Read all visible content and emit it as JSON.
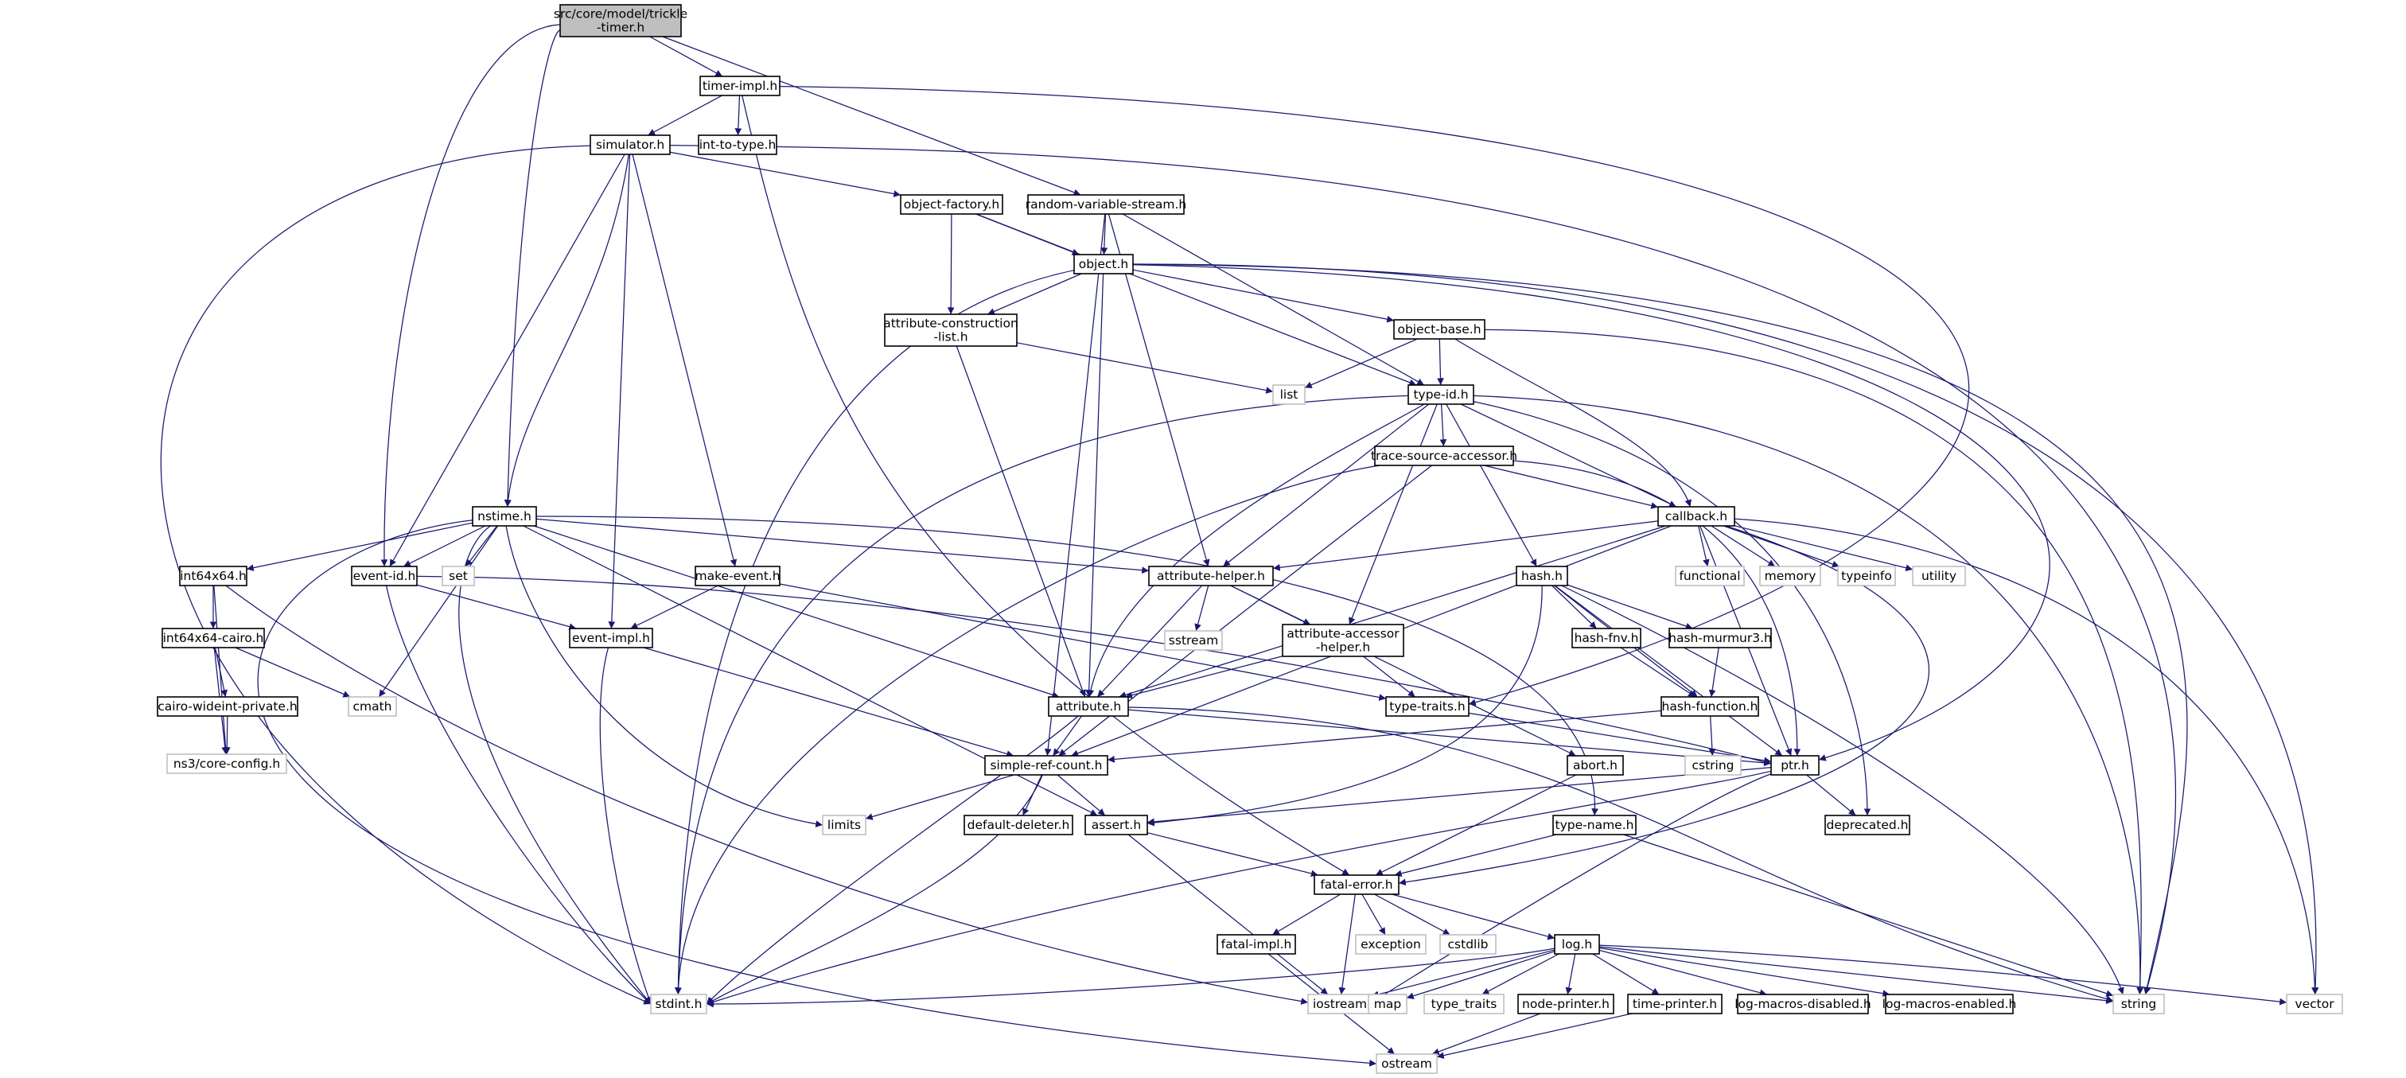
{
  "diagram": {
    "colors": {
      "edge": "#191970",
      "root_fill": "#bfbfbf",
      "root_border": "#000000",
      "node_fill": "#ffffff",
      "node_border": "#000000",
      "external_border": "#bfbfbf"
    },
    "nodes": [
      {
        "id": "root",
        "lines": [
          "src/core/model/trickle",
          "-timer.h"
        ],
        "kind": "root"
      },
      {
        "id": "timer-impl",
        "lines": [
          "timer-impl.h"
        ],
        "kind": "file"
      },
      {
        "id": "int-to-type",
        "lines": [
          "int-to-type.h"
        ],
        "kind": "file"
      },
      {
        "id": "simulator",
        "lines": [
          "simulator.h"
        ],
        "kind": "file"
      },
      {
        "id": "random-variable-stream",
        "lines": [
          "random-variable-stream.h"
        ],
        "kind": "file"
      },
      {
        "id": "object-factory",
        "lines": [
          "object-factory.h"
        ],
        "kind": "file"
      },
      {
        "id": "object",
        "lines": [
          "object.h"
        ],
        "kind": "file"
      },
      {
        "id": "attribute-construction-list",
        "lines": [
          "attribute-construction",
          "-list.h"
        ],
        "kind": "file"
      },
      {
        "id": "object-base",
        "lines": [
          "object-base.h"
        ],
        "kind": "file"
      },
      {
        "id": "list",
        "lines": [
          "list"
        ],
        "kind": "external"
      },
      {
        "id": "type-id",
        "lines": [
          "type-id.h"
        ],
        "kind": "file"
      },
      {
        "id": "trace-source-accessor",
        "lines": [
          "trace-source-accessor.h"
        ],
        "kind": "file"
      },
      {
        "id": "nstime",
        "lines": [
          "nstime.h"
        ],
        "kind": "file"
      },
      {
        "id": "callback",
        "lines": [
          "callback.h"
        ],
        "kind": "file"
      },
      {
        "id": "int64x64",
        "lines": [
          "int64x64.h"
        ],
        "kind": "file"
      },
      {
        "id": "event-id",
        "lines": [
          "event-id.h"
        ],
        "kind": "file"
      },
      {
        "id": "set",
        "lines": [
          "set"
        ],
        "kind": "external"
      },
      {
        "id": "make-event",
        "lines": [
          "make-event.h"
        ],
        "kind": "file"
      },
      {
        "id": "attribute-helper",
        "lines": [
          "attribute-helper.h"
        ],
        "kind": "file"
      },
      {
        "id": "hash",
        "lines": [
          "hash.h"
        ],
        "kind": "file"
      },
      {
        "id": "functional",
        "lines": [
          "functional"
        ],
        "kind": "external"
      },
      {
        "id": "memory",
        "lines": [
          "memory"
        ],
        "kind": "external"
      },
      {
        "id": "typeinfo",
        "lines": [
          "typeinfo"
        ],
        "kind": "external"
      },
      {
        "id": "utility",
        "lines": [
          "utility"
        ],
        "kind": "external"
      },
      {
        "id": "int64x64-cairo",
        "lines": [
          "int64x64-cairo.h"
        ],
        "kind": "file"
      },
      {
        "id": "event-impl",
        "lines": [
          "event-impl.h"
        ],
        "kind": "file"
      },
      {
        "id": "sstream",
        "lines": [
          "sstream"
        ],
        "kind": "external"
      },
      {
        "id": "attribute-accessor-helper",
        "lines": [
          "attribute-accessor",
          "-helper.h"
        ],
        "kind": "file"
      },
      {
        "id": "hash-fnv",
        "lines": [
          "hash-fnv.h"
        ],
        "kind": "file"
      },
      {
        "id": "hash-murmur3",
        "lines": [
          "hash-murmur3.h"
        ],
        "kind": "file"
      },
      {
        "id": "cairo-wideint-private",
        "lines": [
          "cairo-wideint-private.h"
        ],
        "kind": "file"
      },
      {
        "id": "cmath",
        "lines": [
          "cmath"
        ],
        "kind": "external"
      },
      {
        "id": "attribute",
        "lines": [
          "attribute.h"
        ],
        "kind": "file"
      },
      {
        "id": "type-traits",
        "lines": [
          "type-traits.h"
        ],
        "kind": "file"
      },
      {
        "id": "hash-function",
        "lines": [
          "hash-function.h"
        ],
        "kind": "file"
      },
      {
        "id": "ns3-core-config",
        "lines": [
          "ns3/core-config.h"
        ],
        "kind": "external"
      },
      {
        "id": "simple-ref-count",
        "lines": [
          "simple-ref-count.h"
        ],
        "kind": "file"
      },
      {
        "id": "abort",
        "lines": [
          "abort.h"
        ],
        "kind": "file"
      },
      {
        "id": "ptr",
        "lines": [
          "ptr.h"
        ],
        "kind": "file"
      },
      {
        "id": "cstring",
        "lines": [
          "cstring"
        ],
        "kind": "external"
      },
      {
        "id": "limits",
        "lines": [
          "limits"
        ],
        "kind": "external"
      },
      {
        "id": "default-deleter",
        "lines": [
          "default-deleter.h"
        ],
        "kind": "file"
      },
      {
        "id": "assert",
        "lines": [
          "assert.h"
        ],
        "kind": "file"
      },
      {
        "id": "type-name",
        "lines": [
          "type-name.h"
        ],
        "kind": "file"
      },
      {
        "id": "deprecated",
        "lines": [
          "deprecated.h"
        ],
        "kind": "file"
      },
      {
        "id": "fatal-error",
        "lines": [
          "fatal-error.h"
        ],
        "kind": "file"
      },
      {
        "id": "fatal-impl",
        "lines": [
          "fatal-impl.h"
        ],
        "kind": "file"
      },
      {
        "id": "exception",
        "lines": [
          "exception"
        ],
        "kind": "external"
      },
      {
        "id": "cstdlib",
        "lines": [
          "cstdlib"
        ],
        "kind": "external"
      },
      {
        "id": "log",
        "lines": [
          "log.h"
        ],
        "kind": "file"
      },
      {
        "id": "stdint",
        "lines": [
          "stdint.h"
        ],
        "kind": "external"
      },
      {
        "id": "iostream",
        "lines": [
          "iostream"
        ],
        "kind": "external"
      },
      {
        "id": "map",
        "lines": [
          "map"
        ],
        "kind": "external"
      },
      {
        "id": "type_traits",
        "lines": [
          "type_traits"
        ],
        "kind": "external"
      },
      {
        "id": "node-printer",
        "lines": [
          "node-printer.h"
        ],
        "kind": "file"
      },
      {
        "id": "time-printer",
        "lines": [
          "time-printer.h"
        ],
        "kind": "file"
      },
      {
        "id": "log-macros-disabled",
        "lines": [
          "log-macros-disabled.h"
        ],
        "kind": "file"
      },
      {
        "id": "log-macros-enabled",
        "lines": [
          "log-macros-enabled.h"
        ],
        "kind": "file"
      },
      {
        "id": "string",
        "lines": [
          "string"
        ],
        "kind": "external"
      },
      {
        "id": "vector",
        "lines": [
          "vector"
        ],
        "kind": "external"
      },
      {
        "id": "ostream",
        "lines": [
          "ostream"
        ],
        "kind": "external"
      }
    ],
    "edges": [
      [
        "root",
        "timer-impl"
      ],
      [
        "root",
        "nstime"
      ],
      [
        "root",
        "event-id"
      ],
      [
        "root",
        "random-variable-stream"
      ],
      [
        "timer-impl",
        "simulator"
      ],
      [
        "timer-impl",
        "int-to-type"
      ],
      [
        "timer-impl",
        "type-traits"
      ],
      [
        "timer-impl",
        "fatal-error"
      ],
      [
        "simulator",
        "object-factory"
      ],
      [
        "simulator",
        "nstime"
      ],
      [
        "simulator",
        "event-id"
      ],
      [
        "simulator",
        "event-impl"
      ],
      [
        "simulator",
        "make-event"
      ],
      [
        "simulator",
        "stdint"
      ],
      [
        "simulator",
        "string"
      ],
      [
        "random-variable-stream",
        "object"
      ],
      [
        "random-variable-stream",
        "type-id"
      ],
      [
        "random-variable-stream",
        "attribute-helper"
      ],
      [
        "random-variable-stream",
        "simple-ref-count"
      ],
      [
        "object-factory",
        "object"
      ],
      [
        "object-factory",
        "attribute-construction-list"
      ],
      [
        "object-factory",
        "type-id"
      ],
      [
        "object",
        "object-base"
      ],
      [
        "object",
        "attribute-construction-list"
      ],
      [
        "object",
        "attribute"
      ],
      [
        "object",
        "ptr"
      ],
      [
        "object",
        "stdint"
      ],
      [
        "object",
        "string"
      ],
      [
        "object",
        "vector"
      ],
      [
        "attribute-construction-list",
        "attribute"
      ],
      [
        "attribute-construction-list",
        "list"
      ],
      [
        "object-base",
        "type-id"
      ],
      [
        "object-base",
        "callback"
      ],
      [
        "object-base",
        "list"
      ],
      [
        "object-base",
        "string"
      ],
      [
        "type-id",
        "attribute"
      ],
      [
        "type-id",
        "attribute-accessor-helper"
      ],
      [
        "type-id",
        "trace-source-accessor"
      ],
      [
        "type-id",
        "attribute-helper"
      ],
      [
        "type-id",
        "callback"
      ],
      [
        "type-id",
        "hash"
      ],
      [
        "type-id",
        "deprecated"
      ],
      [
        "type-id",
        "stdint"
      ],
      [
        "type-id",
        "string"
      ],
      [
        "trace-source-accessor",
        "callback"
      ],
      [
        "trace-source-accessor",
        "ptr"
      ],
      [
        "trace-source-accessor",
        "simple-ref-count"
      ],
      [
        "trace-source-accessor",
        "stdint"
      ],
      [
        "nstime",
        "attribute"
      ],
      [
        "nstime",
        "attribute-helper"
      ],
      [
        "nstime",
        "event-id"
      ],
      [
        "nstime",
        "int64x64"
      ],
      [
        "nstime",
        "type-name"
      ],
      [
        "nstime",
        "cmath"
      ],
      [
        "nstime",
        "ostream"
      ],
      [
        "nstime",
        "set"
      ],
      [
        "nstime",
        "limits"
      ],
      [
        "nstime",
        "stdint"
      ],
      [
        "nstime",
        "assert"
      ],
      [
        "callback",
        "attribute"
      ],
      [
        "callback",
        "attribute-helper"
      ],
      [
        "callback",
        "fatal-error"
      ],
      [
        "callback",
        "ptr"
      ],
      [
        "callback",
        "simple-ref-count"
      ],
      [
        "callback",
        "functional"
      ],
      [
        "callback",
        "memory"
      ],
      [
        "callback",
        "typeinfo"
      ],
      [
        "callback",
        "utility"
      ],
      [
        "callback",
        "vector"
      ],
      [
        "int64x64",
        "int64x64-cairo"
      ],
      [
        "int64x64",
        "ns3-core-config"
      ],
      [
        "int64x64",
        "iostream"
      ],
      [
        "event-id",
        "event-impl"
      ],
      [
        "event-id",
        "ptr"
      ],
      [
        "event-id",
        "stdint"
      ],
      [
        "make-event",
        "event-impl"
      ],
      [
        "make-event",
        "type-traits"
      ],
      [
        "attribute-helper",
        "abort"
      ],
      [
        "attribute-helper",
        "attribute"
      ],
      [
        "attribute-helper",
        "attribute-accessor-helper"
      ],
      [
        "attribute-helper",
        "sstream"
      ],
      [
        "hash",
        "hash-fnv"
      ],
      [
        "hash",
        "hash-function"
      ],
      [
        "hash",
        "hash-murmur3"
      ],
      [
        "hash",
        "ptr"
      ],
      [
        "hash",
        "assert"
      ],
      [
        "hash",
        "string"
      ],
      [
        "int64x64-cairo",
        "cairo-wideint-private"
      ],
      [
        "int64x64-cairo",
        "ns3-core-config"
      ],
      [
        "int64x64-cairo",
        "cmath"
      ],
      [
        "event-impl",
        "simple-ref-count"
      ],
      [
        "event-impl",
        "stdint"
      ],
      [
        "attribute-accessor-helper",
        "attribute"
      ],
      [
        "attribute-accessor-helper",
        "type-traits"
      ],
      [
        "hash-fnv",
        "hash-function"
      ],
      [
        "hash-murmur3",
        "hash-function"
      ],
      [
        "cairo-wideint-private",
        "ns3-core-config"
      ],
      [
        "attribute",
        "ptr"
      ],
      [
        "attribute",
        "simple-ref-count"
      ],
      [
        "attribute",
        "string"
      ],
      [
        "attribute",
        "stdint"
      ],
      [
        "type-traits",
        "ptr"
      ],
      [
        "hash-function",
        "simple-ref-count"
      ],
      [
        "hash-function",
        "cstring"
      ],
      [
        "simple-ref-count",
        "assert"
      ],
      [
        "simple-ref-count",
        "default-deleter"
      ],
      [
        "simple-ref-count",
        "limits"
      ],
      [
        "simple-ref-count",
        "stdint"
      ],
      [
        "abort",
        "fatal-error"
      ],
      [
        "ptr",
        "assert"
      ],
      [
        "ptr",
        "deprecated"
      ],
      [
        "ptr",
        "iostream"
      ],
      [
        "ptr",
        "stdint"
      ],
      [
        "assert",
        "fatal-error"
      ],
      [
        "assert",
        "iostream"
      ],
      [
        "type-name",
        "fatal-error"
      ],
      [
        "type-name",
        "string"
      ],
      [
        "fatal-error",
        "fatal-impl"
      ],
      [
        "fatal-error",
        "log"
      ],
      [
        "fatal-error",
        "exception"
      ],
      [
        "fatal-error",
        "cstdlib"
      ],
      [
        "fatal-error",
        "iostream"
      ],
      [
        "fatal-impl",
        "ostream"
      ],
      [
        "log",
        "node-printer"
      ],
      [
        "log",
        "time-printer"
      ],
      [
        "log",
        "log-macros-disabled"
      ],
      [
        "log",
        "log-macros-enabled"
      ],
      [
        "log",
        "iostream"
      ],
      [
        "log",
        "map"
      ],
      [
        "log",
        "type_traits"
      ],
      [
        "log",
        "string"
      ],
      [
        "log",
        "vector"
      ],
      [
        "log",
        "stdint"
      ],
      [
        "node-printer",
        "ostream"
      ],
      [
        "time-printer",
        "ostream"
      ]
    ]
  }
}
